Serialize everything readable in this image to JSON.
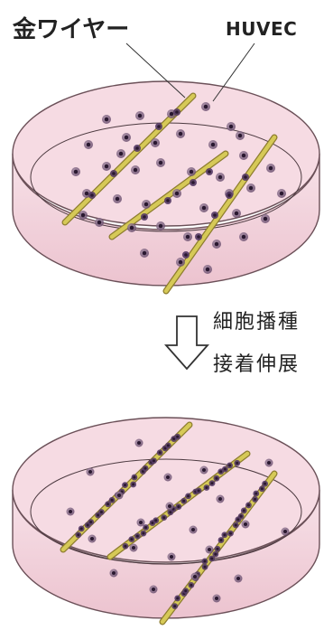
{
  "labels": {
    "wire": "金ワイヤー",
    "cell": "HUVEC"
  },
  "steps": [
    "細胞播種",
    "接着伸展"
  ],
  "colors": {
    "medium": "#f4d7df",
    "dish_edge": "#6b5058",
    "wire_fill": "#d6c957",
    "wire_edge": "#8d7d2f",
    "cell": "#6a4f6f",
    "nucleus": "#2a1830",
    "attached_cell": "#553a65"
  },
  "icons": {
    "arrow": "hollow-down-arrow-icon"
  }
}
